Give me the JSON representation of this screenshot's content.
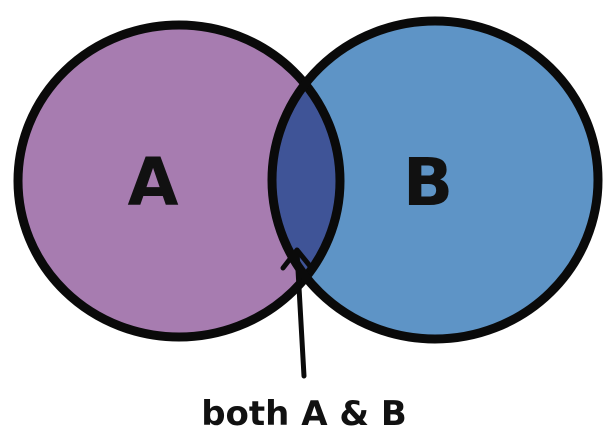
{
  "sets": [
    {
      "label": "A",
      "color": "#a77cb0"
    },
    {
      "label": "B",
      "color": "#5e94c6"
    }
  ],
  "intersection": {
    "color": "#3f5497",
    "caption": "both A & B"
  },
  "outline_color": "#0a0a0a"
}
